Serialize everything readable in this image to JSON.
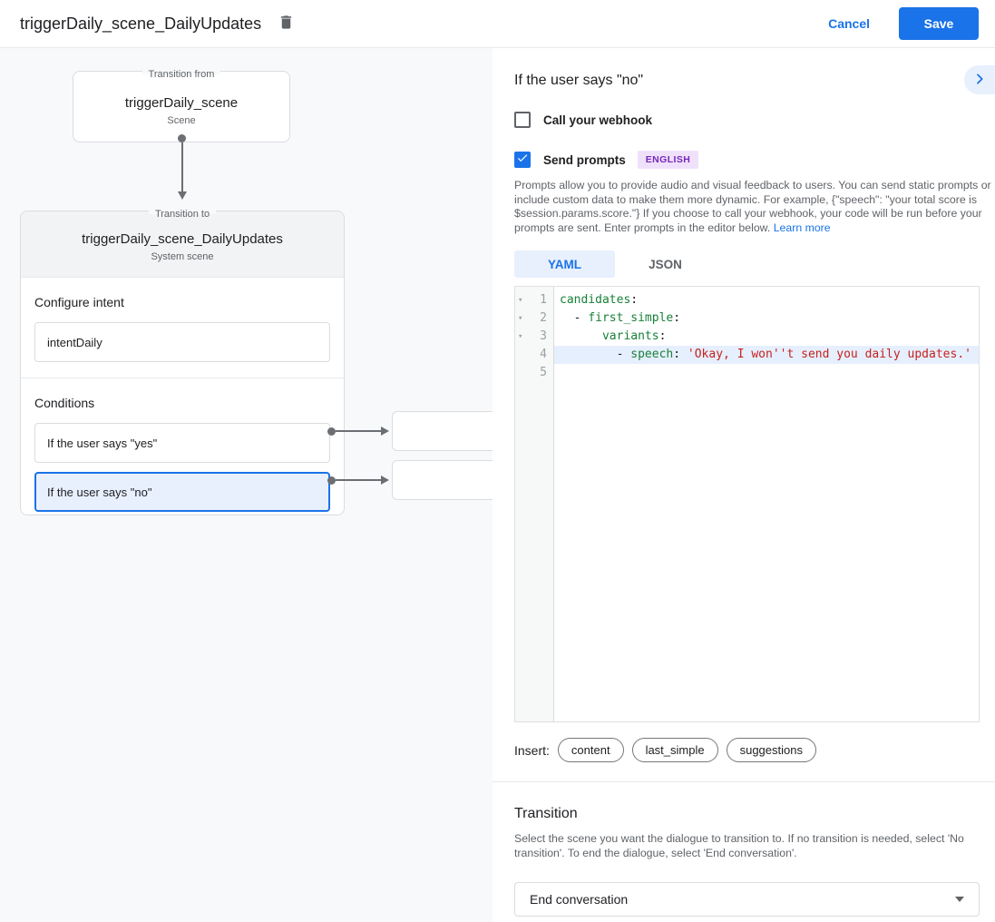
{
  "header": {
    "title": "triggerDaily_scene_DailyUpdates",
    "cancel_label": "Cancel",
    "save_label": "Save"
  },
  "diagram": {
    "from_node": {
      "legend": "Transition from",
      "title": "triggerDaily_scene",
      "subtitle": "Scene"
    },
    "to_node": {
      "legend": "Transition to",
      "title": "triggerDaily_scene_DailyUpdates",
      "subtitle": "System scene"
    },
    "configure_intent": {
      "label": "Configure intent",
      "value": "intentDaily"
    },
    "conditions": {
      "label": "Conditions",
      "items": [
        {
          "label": "If the user says \"yes\"",
          "selected": false
        },
        {
          "label": "If the user says \"no\"",
          "selected": true
        }
      ]
    }
  },
  "panel": {
    "title": "If the user says \"no\"",
    "webhook": {
      "label": "Call your webhook",
      "checked": false
    },
    "prompts": {
      "label": "Send prompts",
      "checked": true,
      "badge": "ENGLISH",
      "description": "Prompts allow you to provide audio and visual feedback to users. You can send static prompts or include custom data to make them more dynamic. For example, {\"speech\": \"your total score is $session.params.score.\"} If you choose to call your webhook, your code will be run before your prompts are sent. Enter prompts in the editor below. ",
      "learn_more": "Learn more"
    },
    "tabs": [
      {
        "label": "YAML",
        "active": true
      },
      {
        "label": "JSON",
        "active": false
      }
    ],
    "editor": {
      "lines": [
        {
          "num": "1",
          "fold": true,
          "highlight": false,
          "tokens": [
            {
              "t": "key",
              "v": "candidates"
            },
            {
              "t": "p",
              "v": ":"
            }
          ]
        },
        {
          "num": "2",
          "fold": true,
          "highlight": false,
          "tokens": [
            {
              "t": "p",
              "v": "  - "
            },
            {
              "t": "key",
              "v": "first_simple"
            },
            {
              "t": "p",
              "v": ":"
            }
          ]
        },
        {
          "num": "3",
          "fold": true,
          "highlight": false,
          "tokens": [
            {
              "t": "p",
              "v": "      "
            },
            {
              "t": "key",
              "v": "variants"
            },
            {
              "t": "p",
              "v": ":"
            }
          ]
        },
        {
          "num": "4",
          "fold": false,
          "highlight": true,
          "tokens": [
            {
              "t": "p",
              "v": "        - "
            },
            {
              "t": "key",
              "v": "speech"
            },
            {
              "t": "p",
              "v": ": "
            },
            {
              "t": "str",
              "v": "'Okay, I won''t send you daily updates.'"
            }
          ]
        },
        {
          "num": "5",
          "fold": false,
          "highlight": false,
          "tokens": []
        }
      ]
    },
    "insert": {
      "label": "Insert:",
      "chips": [
        "content",
        "last_simple",
        "suggestions"
      ]
    },
    "transition": {
      "title": "Transition",
      "description": "Select the scene you want the dialogue to transition to. If no transition is needed, select 'No transition'. To end the dialogue, select 'End conversation'.",
      "value": "End conversation"
    }
  }
}
